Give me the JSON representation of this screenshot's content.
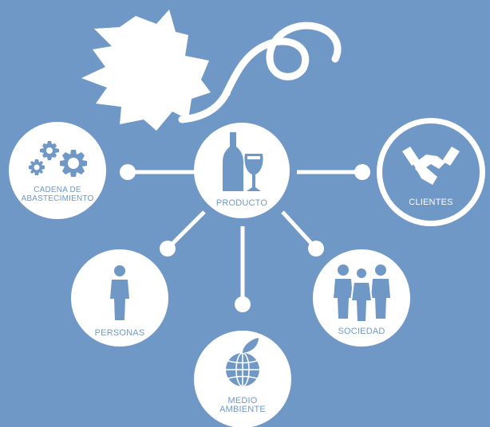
{
  "colors": {
    "background": "#7098c7",
    "foreground": "#ffffff"
  },
  "center": {
    "label": "PRODUCTO",
    "icon": "wine-bottle-glass-icon"
  },
  "decoration": {
    "icon": "vine-leaf-icon"
  },
  "nodes": {
    "supply_chain": {
      "line1": "CADENA DE",
      "line2": "ABASTECIMIENTO",
      "icon": "gears-icon"
    },
    "clients": {
      "label": "CLIENTES",
      "icon": "handshake-icon"
    },
    "people": {
      "label": "PERSONAS",
      "icon": "person-icon"
    },
    "environment": {
      "line1": "MEDIO",
      "line2": "AMBIENTE",
      "icon": "globe-leaf-icon"
    },
    "society": {
      "label": "SOCIEDAD",
      "icon": "group-icon"
    }
  }
}
